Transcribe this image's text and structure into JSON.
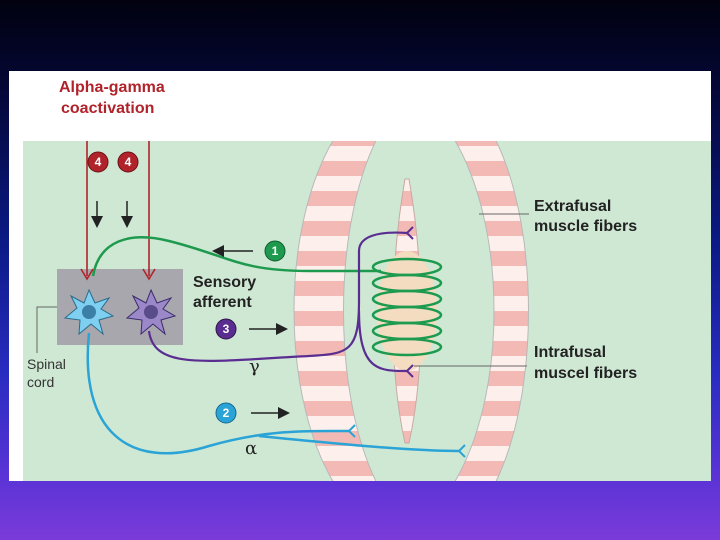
{
  "labels": {
    "coactivation_line1": "Alpha-gamma",
    "coactivation_line2": "coactivation",
    "sensory_line1": "Sensory",
    "sensory_line2": "afferent",
    "spinal_line1": "Spinal",
    "spinal_line2": "cord",
    "extrafusal_line1": "Extrafusal",
    "extrafusal_line2": "muscle fibers",
    "intrafusal_line1": "Intrafusal",
    "intrafusal_line2": "muscel fibers",
    "gamma": "γ",
    "alpha": "α"
  },
  "badges": {
    "b1": "1",
    "b2": "2",
    "b3": "3",
    "b4a": "4",
    "b4b": "4"
  },
  "colors": {
    "sensory": "#1e9a4e",
    "gamma": "#5a2d91",
    "alpha": "#2aa3d6",
    "upper_motor": "#b0232a",
    "muscle_stripe": "#f4b8b4",
    "panel_bg": "#cfe8d4"
  }
}
